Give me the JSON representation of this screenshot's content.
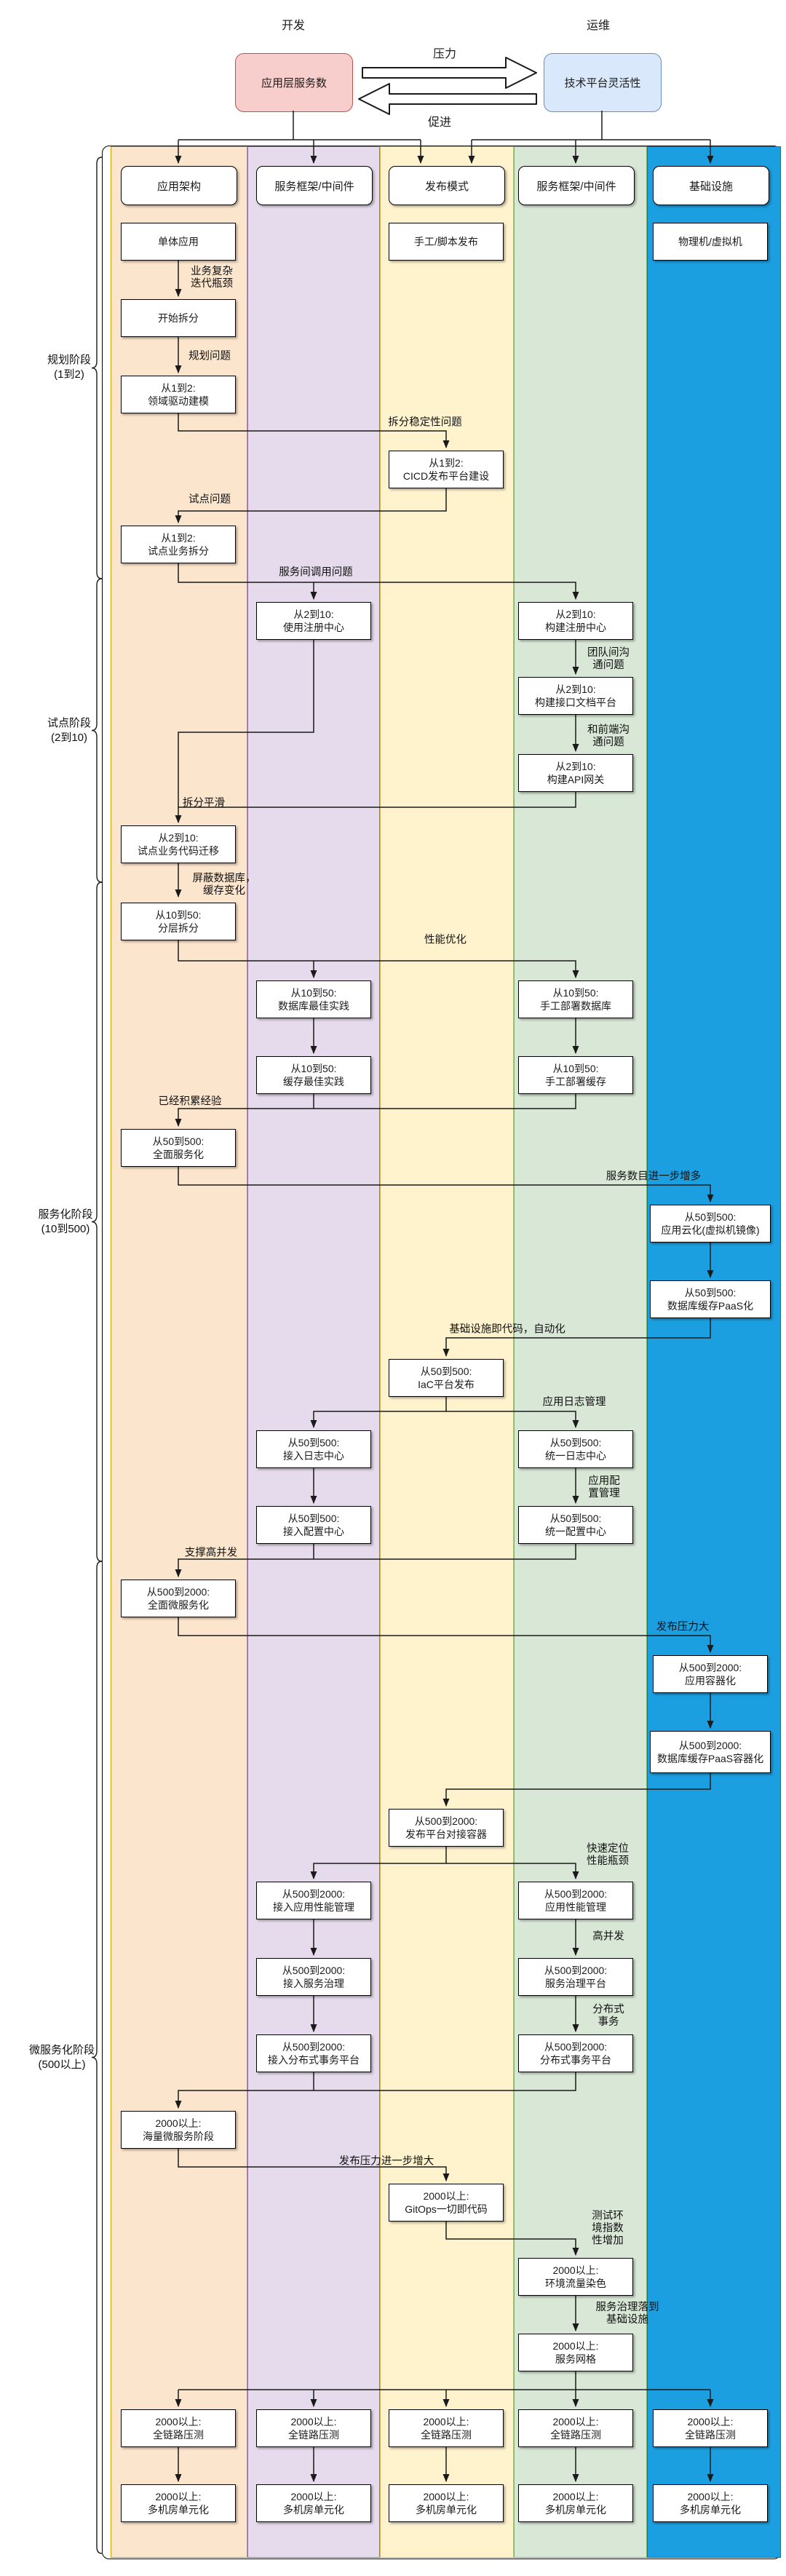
{
  "title_area": {
    "dev_label": "开发",
    "ops_label": "运维",
    "app_box": "应用层服务数",
    "platform_box": "技术平台灵活性",
    "pressure_label": "压力",
    "promote_label": "促进"
  },
  "column_headers": [
    "应用架构",
    "服务框架/中间件",
    "发布模式",
    "服务框架/中间件",
    "基础设施"
  ],
  "phases": [
    {
      "label": "规划阶段",
      "sub": "(1到2)"
    },
    {
      "label": "试点阶段",
      "sub": "(2到10)"
    },
    {
      "label": "服务化阶段",
      "sub": "(10到500)"
    },
    {
      "label": "微服务化阶段",
      "sub": "(500以上)"
    }
  ],
  "nodes": [
    "单体应用",
    "手工/脚本发布",
    "物理机/虚拟机",
    "开始拆分",
    "从1到2:\n领域驱动建模",
    "从1到2:\nCICD发布平台建设",
    "从1到2:\n试点业务拆分",
    "从2到10:\n使用注册中心",
    "从2到10:\n构建注册中心",
    "从2到10:\n构建接口文档平台",
    "从2到10:\n构建API网关",
    "从2到10:\n试点业务代码迁移",
    "从10到50:\n分层拆分",
    "从10到50:\n数据库最佳实践",
    "从10到50:\n手工部署数据库",
    "从10到50:\n缓存最佳实践",
    "从10到50:\n手工部署缓存",
    "从50到500:\n全面服务化",
    "从50到500:\n应用云化(虚拟机镜像)",
    "从50到500:\n数据库缓存PaaS化",
    "从50到500:\nIaC平台发布",
    "从50到500:\n接入日志中心",
    "从50到500:\n统一日志中心",
    "从50到500:\n接入配置中心",
    "从50到500:\n统一配置中心",
    "从500到2000:\n全面微服务化",
    "从500到2000:\n应用容器化",
    "从500到2000:\n数据库缓存PaaS容器化",
    "从500到2000:\n发布平台对接容器",
    "从500到2000:\n接入应用性能管理",
    "从500到2000:\n应用性能管理",
    "从500到2000:\n接入服务治理",
    "从500到2000:\n服务治理平台",
    "从500到2000:\n接入分布式事务平台",
    "从500到2000:\n分布式事务平台",
    "2000以上:\n海量微服务阶段",
    "2000以上:\nGitOps一切即代码",
    "2000以上:\n环境流量染色",
    "2000以上:\n服务网格",
    "2000以上:\n全链路压测",
    "2000以上:\n全链路压测",
    "2000以上:\n全链路压测",
    "2000以上:\n全链路压测",
    "2000以上:\n全链路压测",
    "2000以上:\n多机房单元化",
    "2000以上:\n多机房单元化",
    "2000以上:\n多机房单元化",
    "2000以上:\n多机房单元化",
    "2000以上:\n多机房单元化"
  ],
  "edge_labels": [
    "业务复杂\n迭代瓶颈",
    "规划问题",
    "拆分稳定性问题",
    "试点问题",
    "服务间调用问题",
    "团队间沟\n通问题",
    "和前端沟\n通问题",
    "拆分平滑",
    "屏蔽数据库，\n缓存变化",
    "性能优化",
    "已经积累经验",
    "服务数目进一步增多",
    "基础设施即代码，自动化",
    "应用日志管理",
    "应用配\n置管理",
    "支撑高并发",
    "发布压力大",
    "快速定位\n性能瓶颈",
    "高并发",
    "分布式\n事务",
    "发布压力进一步增大",
    "测试环\n境指数\n性增加",
    "服务治理落到\n基础设施"
  ],
  "colors": {
    "app_box_fill": "#F8CECC",
    "app_box_stroke": "#B85450",
    "platform_box_fill": "#DAE8FC",
    "platform_box_stroke": "#6C8EBF",
    "columns": [
      {
        "fill": "#FCE5CD",
        "stroke": "#D79B00"
      },
      {
        "fill": "#E6DBEC",
        "stroke": "#9673A6"
      },
      {
        "fill": "#FFF3CE",
        "stroke": "#D6B656"
      },
      {
        "fill": "#D9E8D6",
        "stroke": "#82B366"
      },
      {
        "fill": "#1C9FE0",
        "stroke": "#10739E"
      }
    ]
  }
}
